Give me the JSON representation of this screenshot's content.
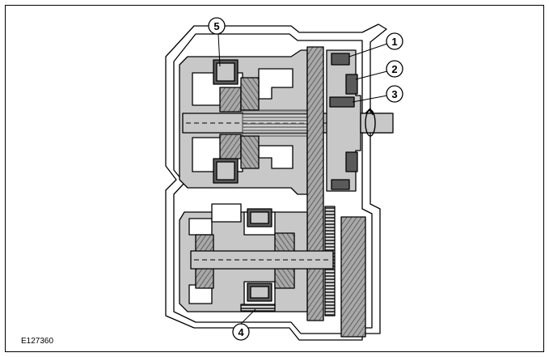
{
  "figure_id": "E127360",
  "callouts": [
    {
      "label": "1"
    },
    {
      "label": "2"
    },
    {
      "label": "3"
    },
    {
      "label": "4"
    },
    {
      "label": "5"
    }
  ],
  "colors": {
    "border": "#000000",
    "housing_fill": "#ffffff",
    "component_fill": "#c8c8c8",
    "clutch_dark": "#5a5a5a",
    "gear_fill": "#9a9a9a"
  }
}
